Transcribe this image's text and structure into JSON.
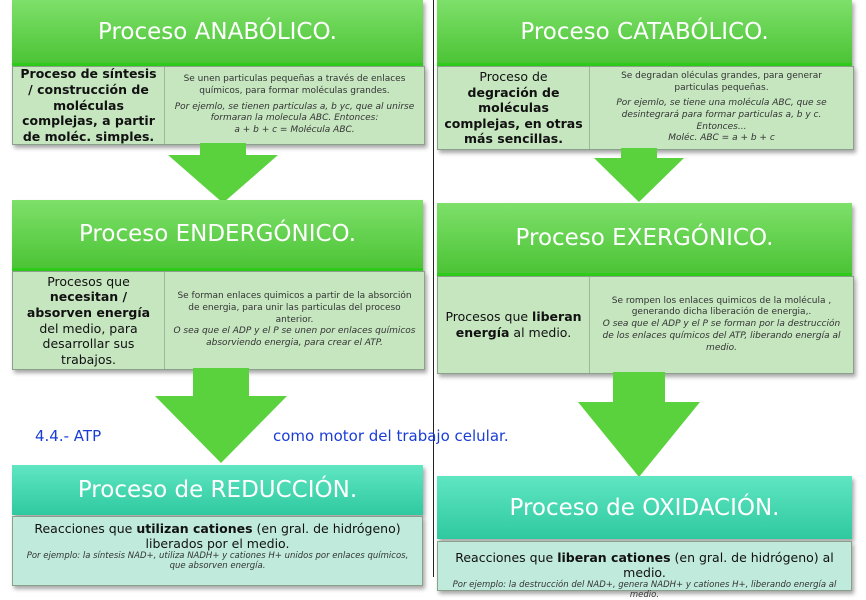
{
  "left": {
    "anabolic": {
      "title": "Proceso ANABÓLICO.",
      "def_pre": "Proceso de ",
      "def_bold": "síntesis / construcción",
      "def_post": " de moléculas complejas, a partir de moléc. simples.",
      "desc": "Se unen particulas pequeñas a través de enlaces químicos, para formar moléculas grandes.",
      "example": "Por ejemlo, se tienen particulas a, b yc, que al unirse formaran la molecula ABC. Entonces:",
      "formula": "a + b + c  = Molécula ABC."
    },
    "endergonic": {
      "title": "Proceso ENDERGÓNICO.",
      "def_pre": "Procesos que ",
      "def_bold": "necesitan / absorven energía",
      "def_post": " del medio,  para desarrollar sus trabajos.",
      "desc": "Se forman enlaces quimicos a partir de la absorción de energia, para unir las particulas del proceso anterior.",
      "example": "O sea que el ADP y el P se unen por enlaces químicos absorviendo energia, para crear el ATP."
    },
    "reduction": {
      "title": "Proceso de REDUCCIÓN.",
      "def_pre": "Reacciones que ",
      "def_bold": "utilizan cationes",
      "def_post": " (en gral. de hidrógeno) liberados por el medio.",
      "example": "Por ejemplo: la síntesis NAD+, utiliza NADH+ y cationes H+ unidos por enlaces químicos, que absorven energía."
    }
  },
  "right": {
    "catabolic": {
      "title": "Proceso CATABÓLICO.",
      "def_pre": "Proceso de ",
      "def_bold": "degración",
      "def_post": " de moléculas complejas, en otras más sencillas.",
      "desc": "Se degradan oléculas grandes, para generar particulas pequeñas.",
      "example": "Por ejemlo, se tiene una molécula ABC, que se desintegrará para formar particulas a, b y c. Entonces...",
      "formula": "Moléc. ABC = a + b + c"
    },
    "exergonic": {
      "title": "Proceso EXERGÓNICO.",
      "def_pre": "Procesos que ",
      "def_bold": "liberan energía",
      "def_post": " al medio.",
      "desc": "Se rompen los enlaces quimicos de la molécula , generando dicha liberación de energia,.",
      "example": "O sea que el ADP y el P se forman por la destrucción de los enlaces químicos  del ATP, liberando energía al medio."
    },
    "oxidation": {
      "title": "Proceso de OXIDACIÓN.",
      "def_pre": "Reacciones que ",
      "def_bold": "liberan cationes",
      "def_post": " (en gral. de hidrógeno) al  medio.",
      "example": "Por ejemplo: la destrucción del NAD+, genera NADH+ y cationes H+, liberando energía al medio."
    }
  },
  "overlay": {
    "section": "4.4.- ATP",
    "caption": "como motor del trabajo celular."
  }
}
